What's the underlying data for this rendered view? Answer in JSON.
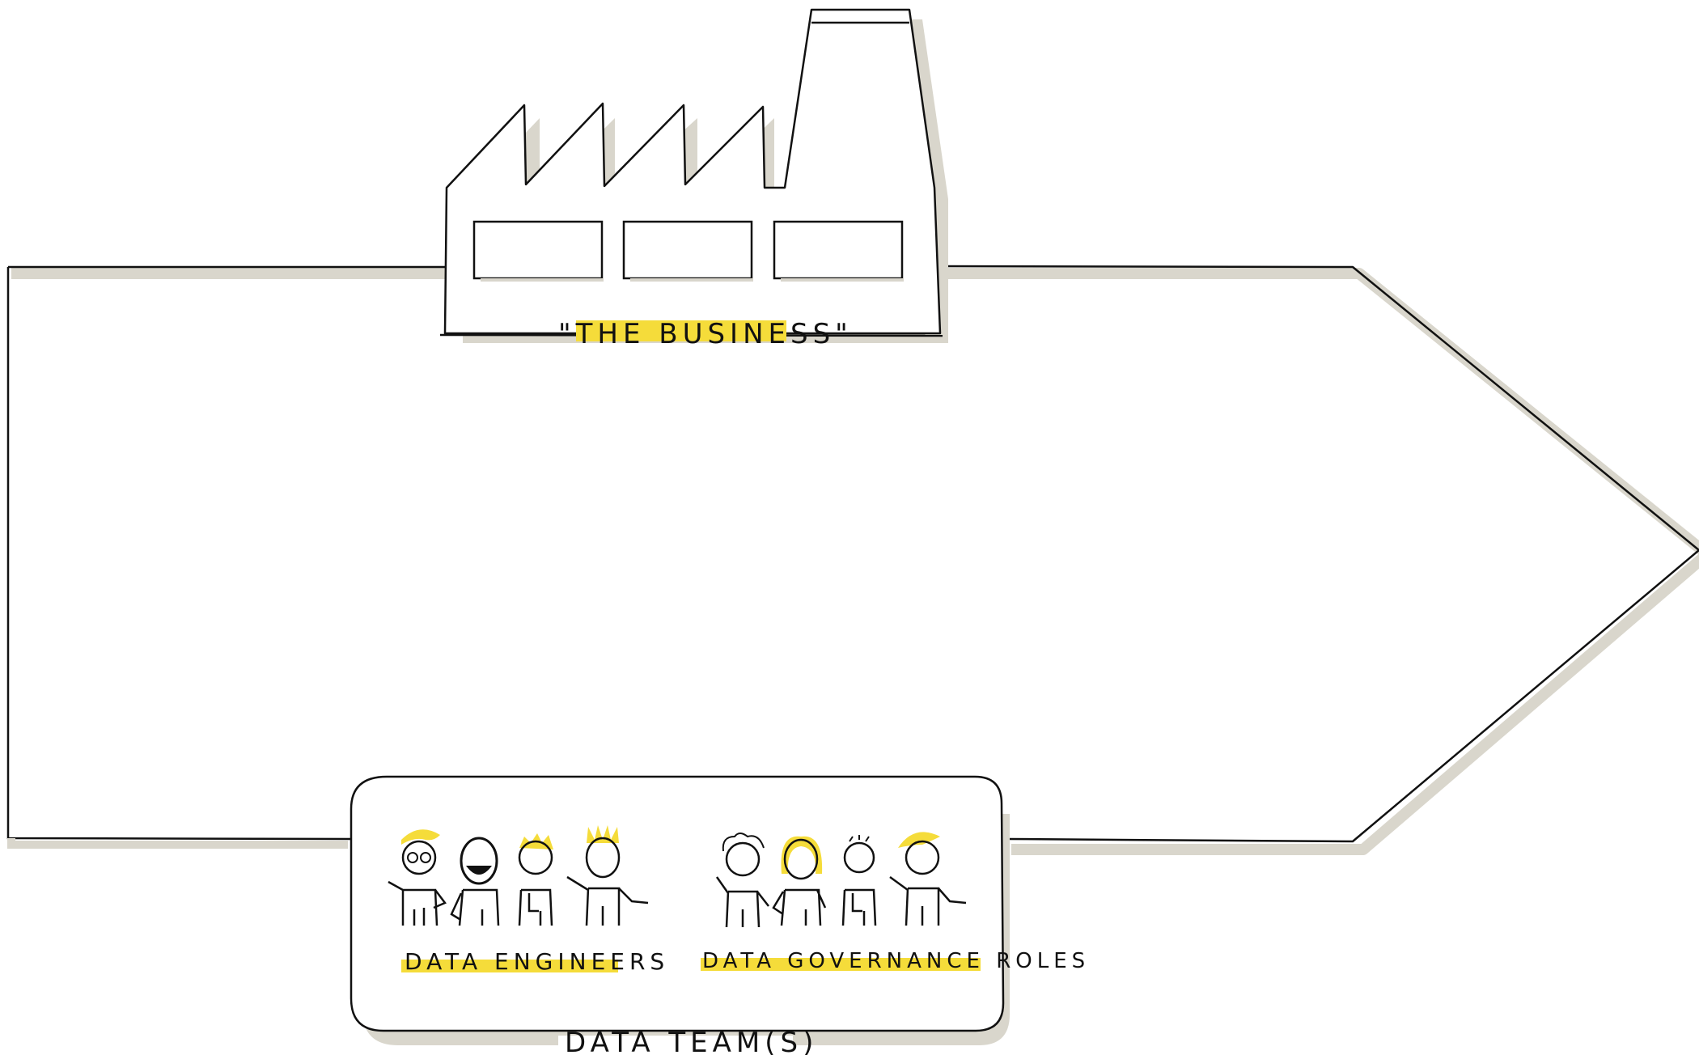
{
  "labels": {
    "business": "\"THE BUSINESS\"",
    "data_engineers": "DATA ENGINEERS",
    "data_governance": "DATA GOVERNANCE ROLES",
    "data_teams": "DATA TEAM(S)"
  },
  "colors": {
    "highlight": "#f5dc3a",
    "shadow": "#d9d6cc",
    "ink": "#111111",
    "background": "#ffffff"
  },
  "icons": {
    "factory": "factory-icon",
    "person": "person-icon"
  }
}
